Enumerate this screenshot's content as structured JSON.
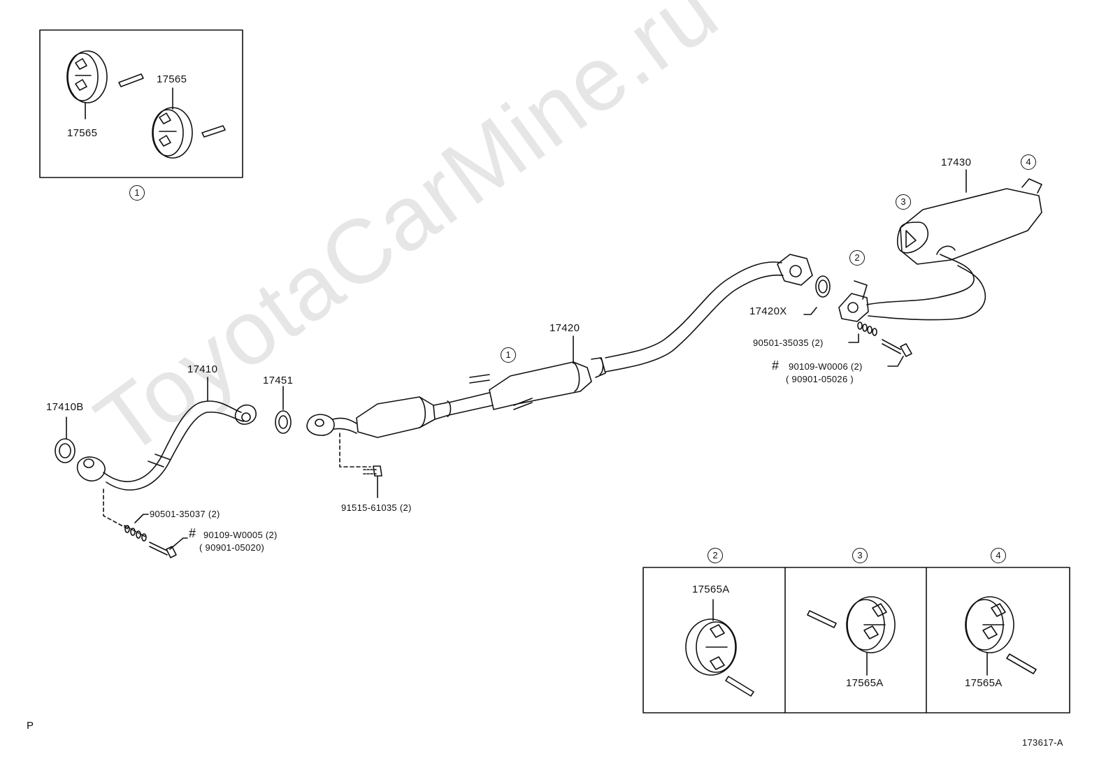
{
  "watermark": "ToyotaCarMine.ru",
  "footer": {
    "left_mark": "P",
    "drawing_number": "173617-A"
  },
  "callouts": {
    "c1": "1",
    "c2": "2",
    "c3": "3",
    "c4": "4"
  },
  "parts": {
    "p17565a": "17565",
    "p17565b": "17565",
    "p17430": "17430",
    "p17420": "17420",
    "p17420x": "17420X",
    "p17410": "17410",
    "p17410b": "17410B",
    "p17451": "17451",
    "p90501_35035": "90501-35035 (2)",
    "p90109_w0006": "90109-W0006 (2)",
    "p90901_05026": "( 90901-05026 )",
    "p91515_61035": "91515-61035 (2)",
    "p90501_35037": "90501-35037 (2)",
    "p90109_w0005": "90109-W0005 (2)",
    "p90901_05020": "( 90901-05020)",
    "p17565a_2": "17565A",
    "p17565a_3": "17565A",
    "p17565a_4": "17565A",
    "hash": "#"
  }
}
